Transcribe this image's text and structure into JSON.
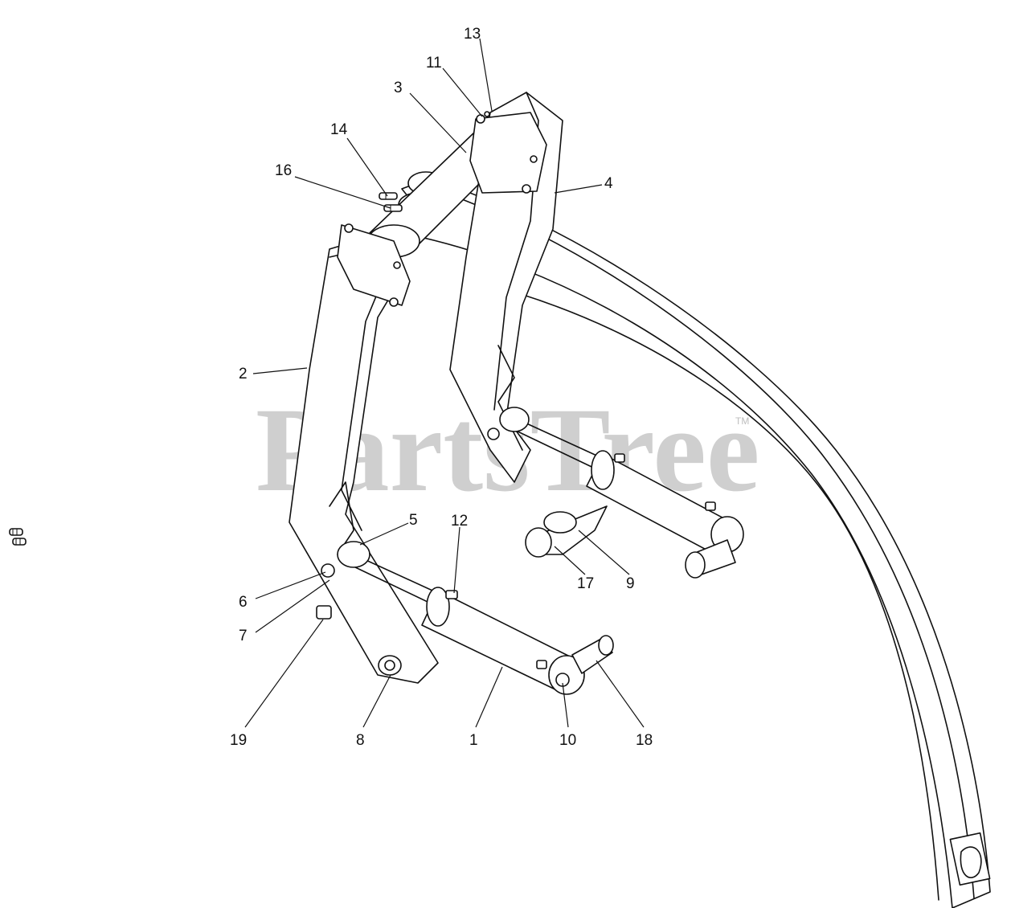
{
  "watermark": {
    "text": "PartsTree",
    "trademark": "TM"
  },
  "callouts": [
    {
      "id": "1",
      "label": "1"
    },
    {
      "id": "2",
      "label": "2"
    },
    {
      "id": "3",
      "label": "3"
    },
    {
      "id": "4",
      "label": "4"
    },
    {
      "id": "5",
      "label": "5"
    },
    {
      "id": "6",
      "label": "6"
    },
    {
      "id": "7",
      "label": "7"
    },
    {
      "id": "8",
      "label": "8"
    },
    {
      "id": "9",
      "label": "9"
    },
    {
      "id": "10",
      "label": "10"
    },
    {
      "id": "11",
      "label": "11"
    },
    {
      "id": "12",
      "label": "12"
    },
    {
      "id": "13",
      "label": "13"
    },
    {
      "id": "14",
      "label": "14"
    },
    {
      "id": "16",
      "label": "16"
    },
    {
      "id": "17",
      "label": "17"
    },
    {
      "id": "18",
      "label": "18"
    },
    {
      "id": "19",
      "label": "19"
    }
  ]
}
